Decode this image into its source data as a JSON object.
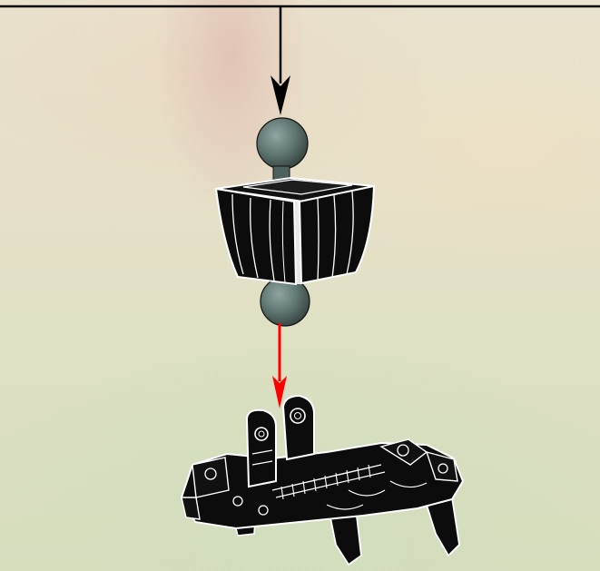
{
  "colors": {
    "background": "#e4dfc8",
    "top_arrow": "#000000",
    "attach_arrow": "#ff0000",
    "ball_joint": "#5e7470",
    "part_black": "#0c0c0c",
    "part_outline": "#ffffff"
  },
  "steps": [
    {
      "part": "ball-joint-connector",
      "arrow": "black"
    },
    {
      "part": "leg-base-assembly",
      "arrow": "red"
    }
  ]
}
